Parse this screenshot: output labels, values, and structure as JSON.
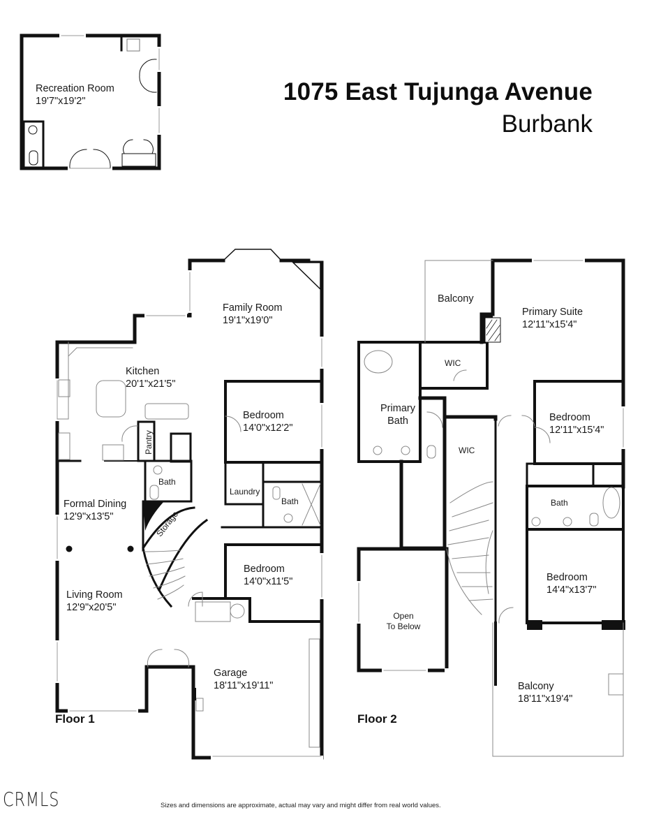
{
  "header": {
    "address": "1075 East Tujunga Avenue",
    "city": "Burbank"
  },
  "recreation": {
    "name": "Recreation Room",
    "size": "19'7\"x19'2\""
  },
  "floor1": {
    "label": "Floor 1",
    "rooms": {
      "family_room": {
        "name": "Family Room",
        "size": "19'1\"x19'0\""
      },
      "kitchen": {
        "name": "Kitchen",
        "size": "20'1\"x21'5\""
      },
      "bedroom_a": {
        "name": "Bedroom",
        "size": "14'0\"x12'2\""
      },
      "pantry": {
        "name": "Pantry"
      },
      "bath_a": {
        "name": "Bath"
      },
      "laundry": {
        "name": "Laundry"
      },
      "bath_b": {
        "name": "Bath"
      },
      "formal_dining": {
        "name": "Formal Dining",
        "size": "12'9\"x13'5\""
      },
      "storage": {
        "name": "Storage"
      },
      "bedroom_b": {
        "name": "Bedroom",
        "size": "14'0\"x11'5\""
      },
      "living_room": {
        "name": "Living Room",
        "size": "12'9\"x20'5\""
      },
      "garage": {
        "name": "Garage",
        "size": "18'11\"x19'11\""
      }
    }
  },
  "floor2": {
    "label": "Floor 2",
    "rooms": {
      "balcony_a": {
        "name": "Balcony"
      },
      "primary_suite": {
        "name": "Primary Suite",
        "size": "12'11\"x15'4\""
      },
      "wic_a": {
        "name": "WIC"
      },
      "primary_bath_1": {
        "name": "Primary"
      },
      "primary_bath_2": {
        "name": "Bath"
      },
      "wic_b": {
        "name": "WIC"
      },
      "bedroom_a": {
        "name": "Bedroom",
        "size": "12'11\"x15'4\""
      },
      "bath": {
        "name": "Bath"
      },
      "bedroom_b": {
        "name": "Bedroom",
        "size": "14'4\"x13'7\""
      },
      "open_1": {
        "name": "Open"
      },
      "open_2": {
        "name": "To Below"
      },
      "balcony_b": {
        "name": "Balcony",
        "size": "18'11\"x19'4\""
      }
    }
  },
  "footer": {
    "logo": "CRMLS",
    "disclaimer": "Sizes and dimensions are approximate, actual may vary and might differ from real world values."
  }
}
